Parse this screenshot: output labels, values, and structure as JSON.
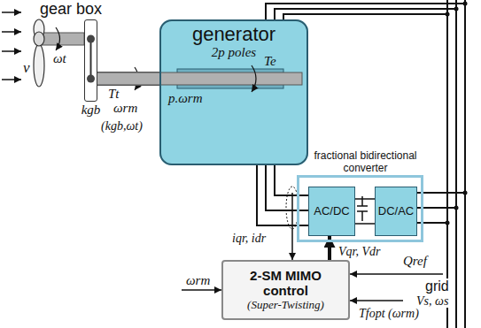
{
  "diagram": {
    "nodes": [
      {
        "text": [
          "gear box",
          "kgb"
        ]
      },
      {
        "text": [
          "generator",
          "2p poles"
        ]
      },
      {
        "text": [
          "fractional bidirectional converter"
        ]
      },
      {
        "text": [
          "AC/DC"
        ],
        "in": 2
      },
      {
        "text": [
          "DC/AC"
        ],
        "in": 2
      },
      {
        "text": [
          "2-SM MIMO control",
          "(Super-Twisting)"
        ]
      }
    ],
    "edges": [
      {
        "from": 0,
        "to": 1,
        "arrow": "none"
      },
      {
        "from": 1,
        "to": 3,
        "arrow": "none"
      },
      {
        "from": 3,
        "to": 4,
        "arrow": "none"
      },
      {
        "from": 5,
        "to": 3,
        "label": "Vqr, Vdr",
        "arrow": "to"
      }
    ],
    "labels": [
      "v",
      "ωt",
      "Tt",
      "ωrm",
      "(kgb,ωt)",
      "Te",
      "p.ωrm",
      "iqr, idr",
      "ωrm",
      "Qref",
      "grid",
      "Vs, ωs",
      "Tfopt (ωrm)"
    ]
  }
}
